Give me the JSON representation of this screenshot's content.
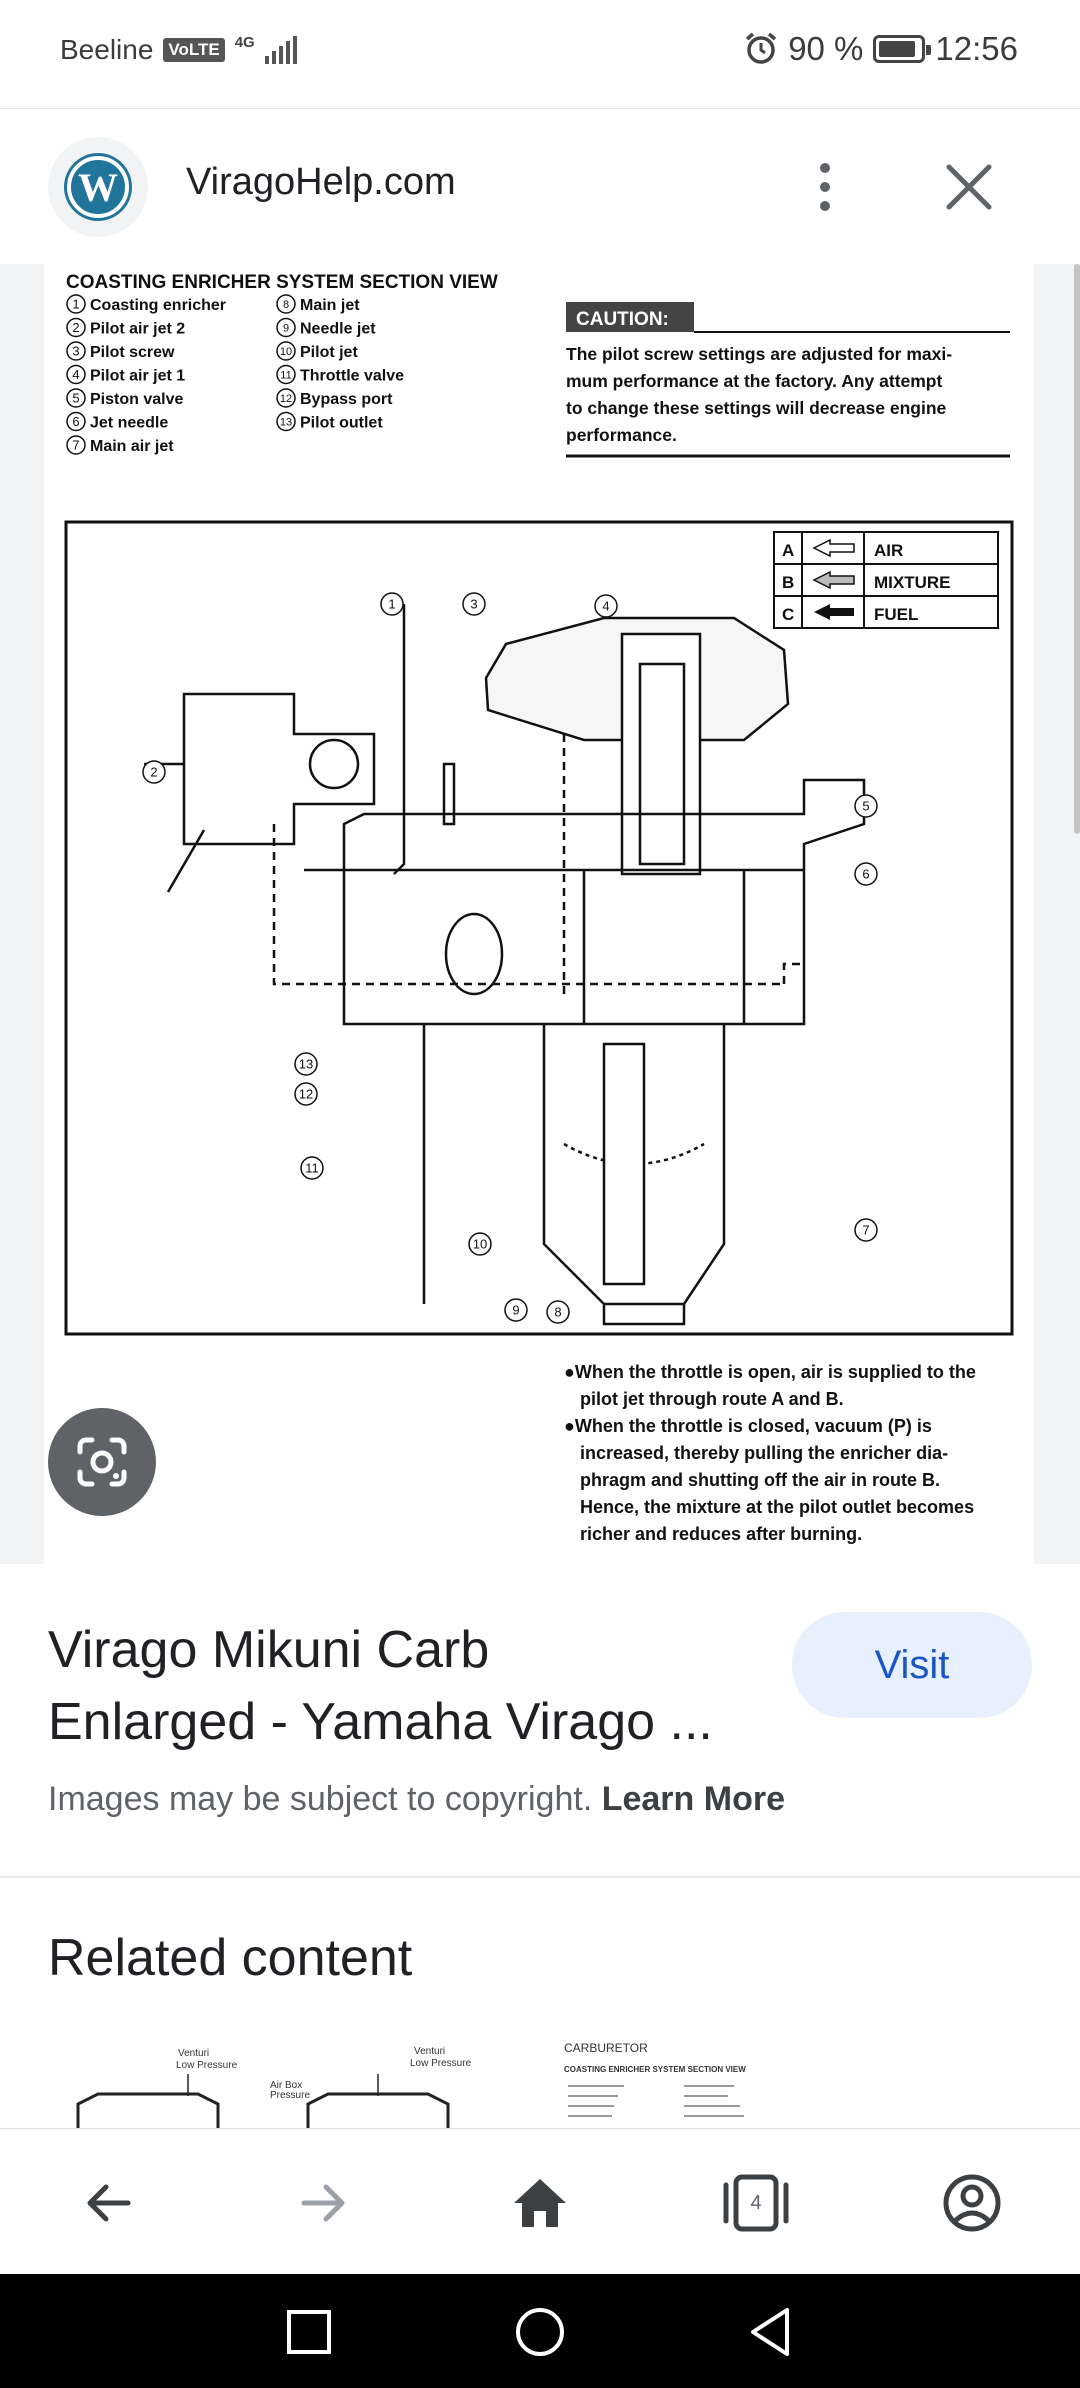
{
  "status_bar": {
    "carrier": "Beeline",
    "volte": "VoLTE",
    "network": "4G",
    "battery_percent": "90 %",
    "battery_level": 0.9,
    "time": "12:56"
  },
  "header": {
    "site_name": "ViragoHelp.com",
    "logo_letter": "W"
  },
  "image": {
    "title": "COASTING ENRICHER SYSTEM SECTION VIEW",
    "parts_left": [
      {
        "num": "1",
        "label": "Coasting enricher"
      },
      {
        "num": "2",
        "label": "Pilot air jet 2"
      },
      {
        "num": "3",
        "label": "Pilot screw"
      },
      {
        "num": "4",
        "label": "Pilot air jet 1"
      },
      {
        "num": "5",
        "label": "Piston valve"
      },
      {
        "num": "6",
        "label": "Jet needle"
      },
      {
        "num": "7",
        "label": "Main air jet"
      }
    ],
    "parts_right": [
      {
        "num": "8",
        "label": "Main jet"
      },
      {
        "num": "9",
        "label": "Needle jet"
      },
      {
        "num": "10",
        "label": "Pilot jet"
      },
      {
        "num": "11",
        "label": "Throttle valve"
      },
      {
        "num": "12",
        "label": "Bypass port"
      },
      {
        "num": "13",
        "label": "Pilot outlet"
      }
    ],
    "caution_label": "CAUTION:",
    "caution_lines": [
      "The pilot screw settings are adjusted for maxi-",
      "mum performance at the factory. Any attempt",
      "to change these settings will decrease engine",
      "performance."
    ],
    "legend": [
      {
        "key": "A",
        "label": "AIR"
      },
      {
        "key": "B",
        "label": "MIXTURE"
      },
      {
        "key": "C",
        "label": "FUEL"
      }
    ],
    "notes": [
      "●When the throttle is open, air is supplied to the",
      "pilot jet through route A and B.",
      "●When the throttle is closed, vacuum (P) is",
      "increased, thereby pulling the enricher dia-",
      "phragm and shutting off the air in route B.",
      "Hence, the mixture at the pilot outlet becomes",
      "richer and reduces after burning."
    ]
  },
  "result": {
    "title_line1": "Virago Mikuni Carb",
    "title_line2": "Enlarged - Yamaha Virago ...",
    "visit_label": "Visit",
    "copyright_text": "Images may be subject to copyright.",
    "learn_more": "Learn More"
  },
  "related": {
    "title": "Related content",
    "card1_labels": [
      "Venturi",
      "Low Pressure",
      "Air Box",
      "Pressure",
      "Venturi",
      "Low Pressure"
    ],
    "card2_title": "CARBURETOR",
    "card2_subtitle": "COASTING ENRICHER SYSTEM SECTION VIEW"
  },
  "browser_nav": {
    "tabs_count": "4"
  },
  "icons": {
    "accent": "#1a56c2",
    "wordpress": "#21759b"
  }
}
